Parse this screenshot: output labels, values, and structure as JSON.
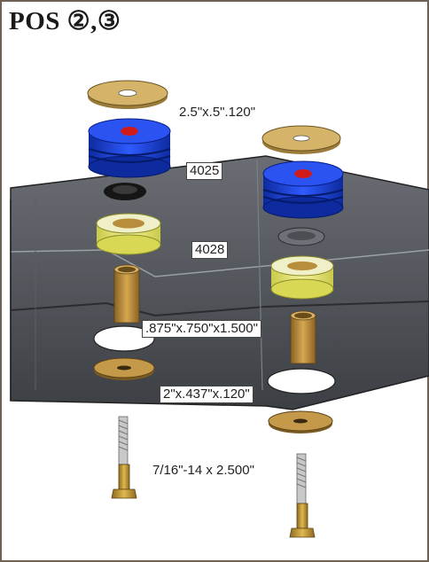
{
  "title": "POS ②,③",
  "callouts": {
    "washer_top": "2.5\"x.5\".120\"",
    "bushing_4025": "4025",
    "bushing_4028": "4028",
    "sleeve": ".875\"x.750\"x1.500\"",
    "washer_bottom": "2\"x.437\"x.120\"",
    "bolt": "7/16\"-14 x 2.500\""
  },
  "colors": {
    "frame_border": "#6f6153",
    "washer": "#c9a85a",
    "bushing_blue": "#1a3fcf",
    "bushing_yellow": "#e8e86a",
    "plate": "#4a4d52",
    "sleeve": "#b8893a"
  }
}
